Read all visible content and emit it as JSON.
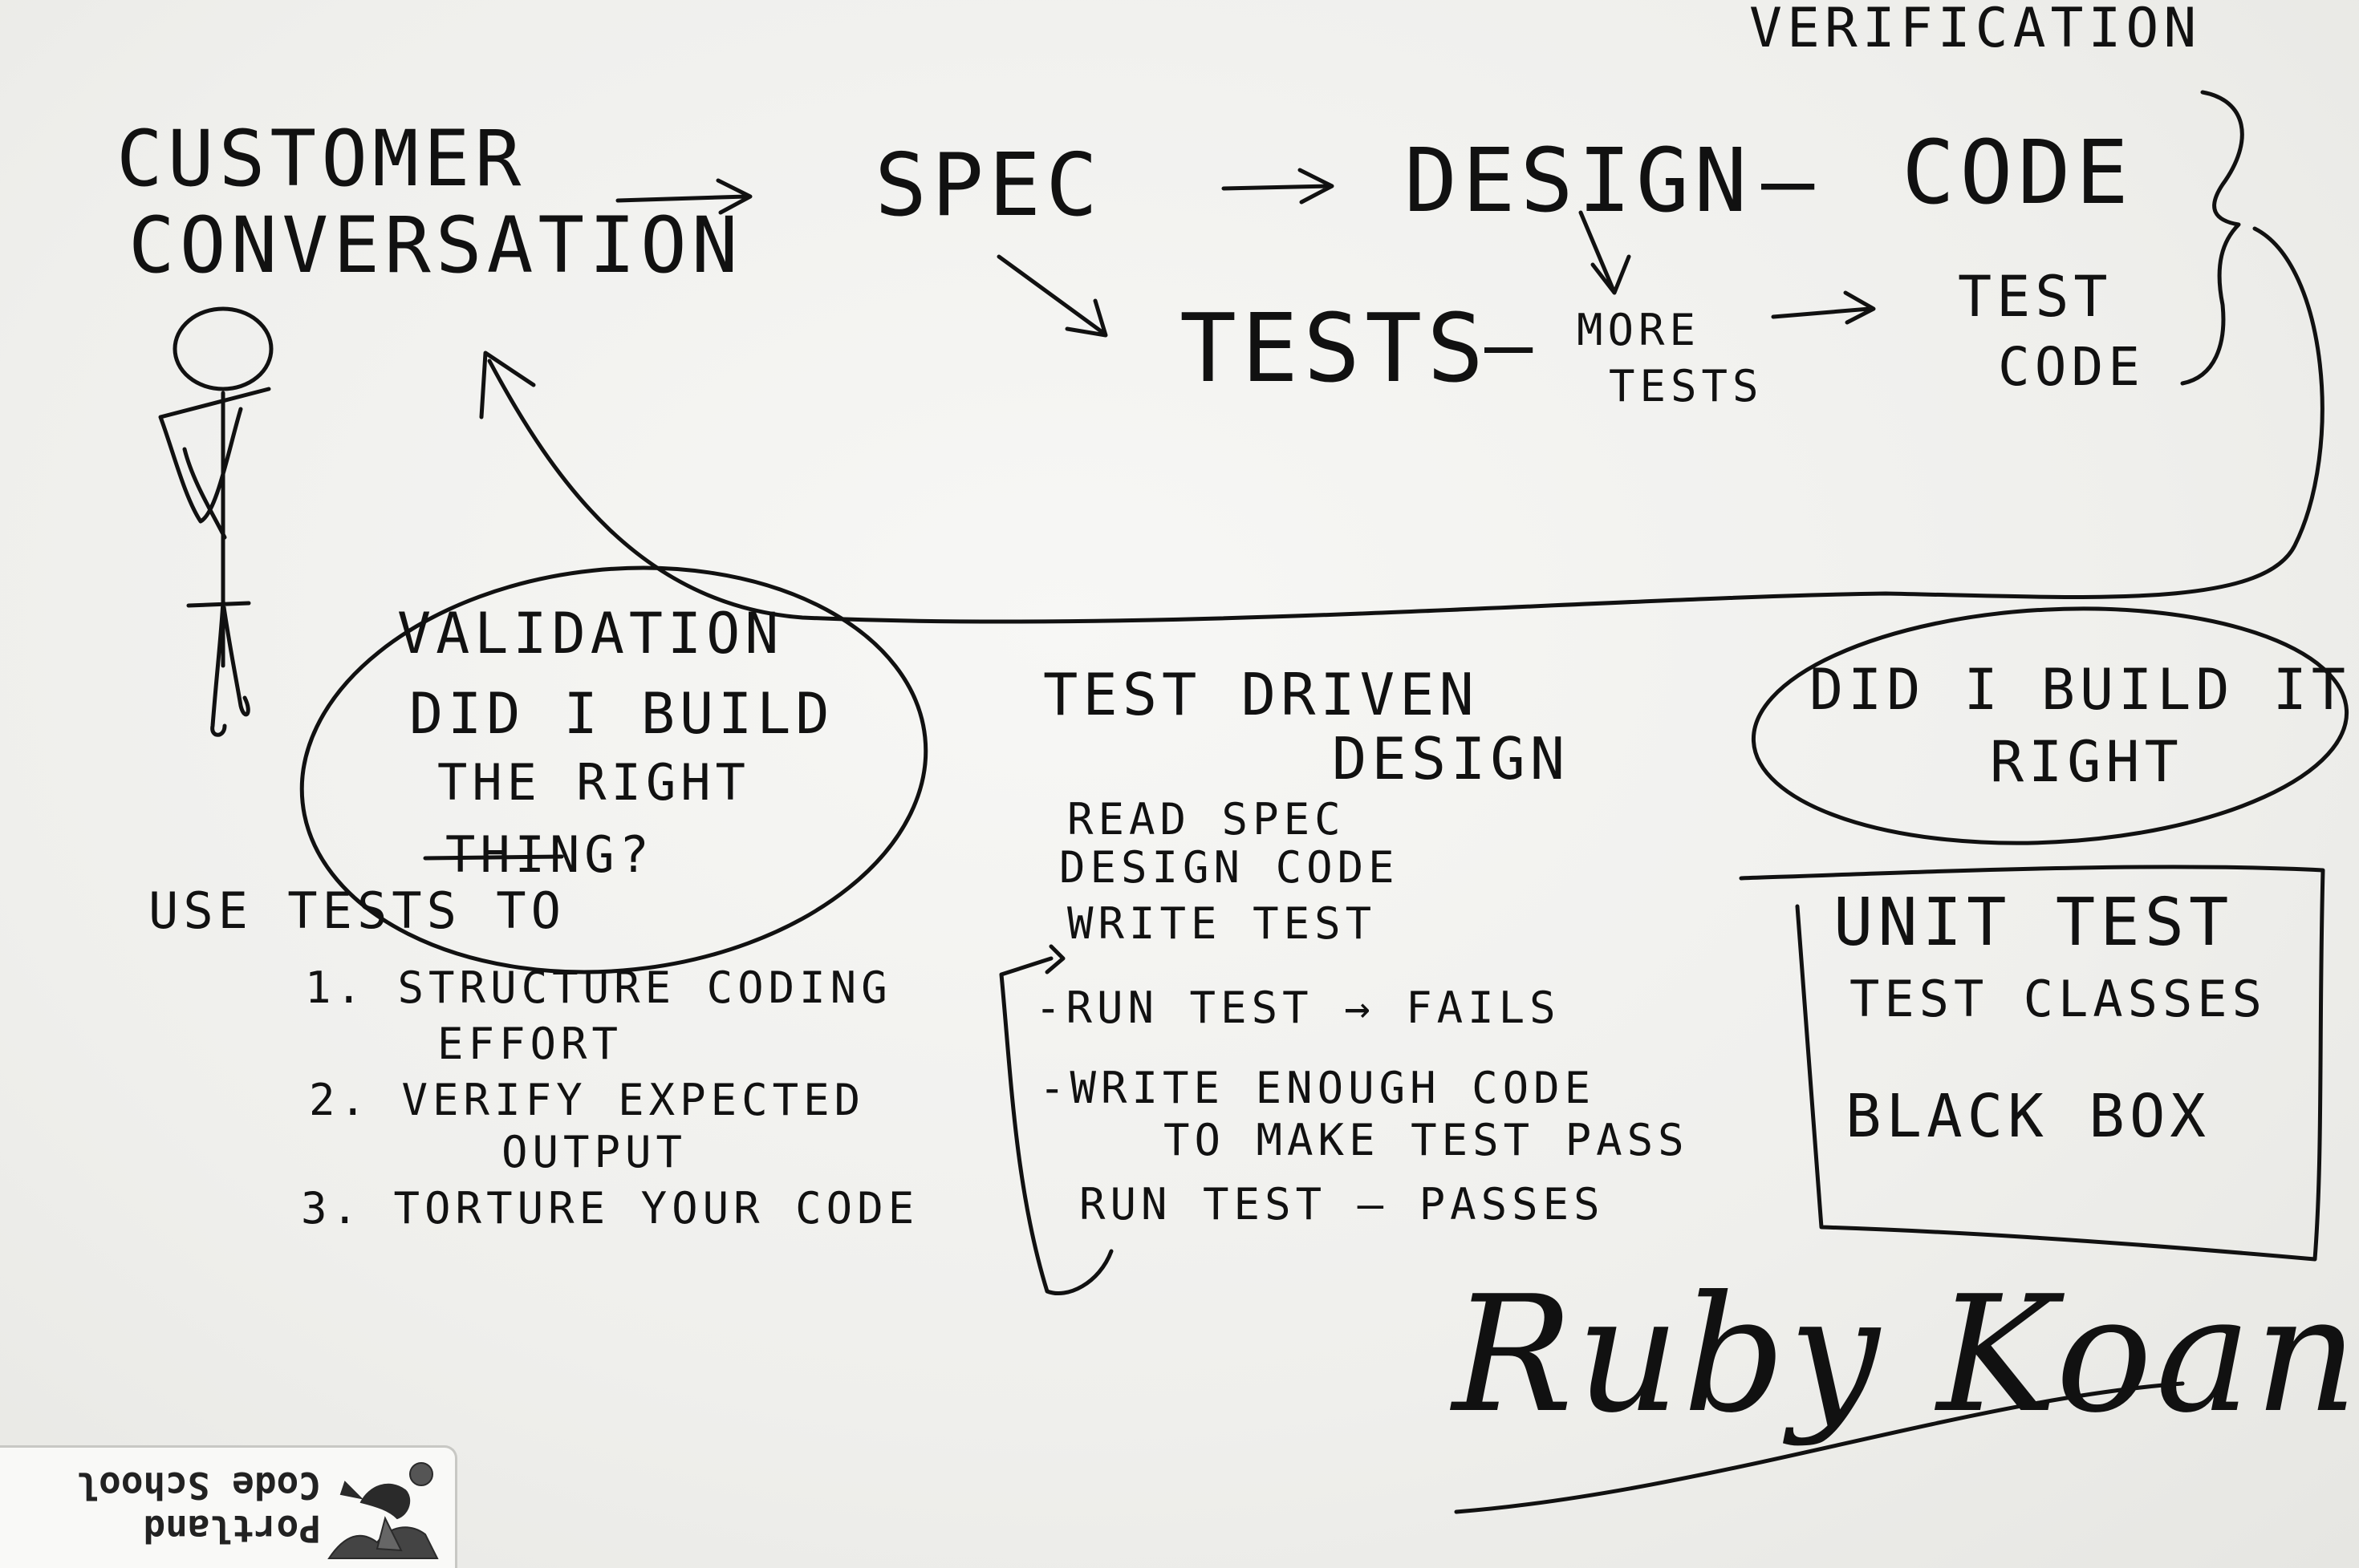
{
  "board": {
    "customer": [
      "CUSTOMER",
      "CONVERSATION"
    ],
    "flow": {
      "spec": "SPEC",
      "design": "DESIGN",
      "dash": "–",
      "code": "CODE",
      "verification": "VERIFICATION",
      "tests": "TESTS",
      "more_tests": [
        "MORE",
        "TESTS"
      ],
      "test_code": [
        "TEST",
        "CODE"
      ]
    },
    "validation": [
      "VALIDATION",
      "DID I BUILD",
      "THE RIGHT",
      "THING?"
    ],
    "use_tests": {
      "heading": "USE TESTS TO",
      "items": [
        "1. STRUCTURE CODING",
        "EFFORT",
        "2. VERIFY EXPECTED",
        "OUTPUT",
        "3. TORTURE YOUR CODE"
      ]
    },
    "tdd": {
      "title": [
        "TEST DRIVEN",
        "DESIGN"
      ],
      "steps": [
        "READ SPEC",
        "DESIGN CODE",
        "WRITE TEST",
        "-RUN TEST → FAILS",
        "-WRITE ENOUGH CODE",
        "TO MAKE TEST PASS",
        "RUN TEST – PASSES"
      ]
    },
    "did_i_build_it_right": [
      "DID I BUILD IT",
      "RIGHT"
    ],
    "unit_test": [
      "UNIT TEST",
      "TEST CLASSES",
      "BLACK BOX"
    ],
    "signature": "Ruby Koans"
  },
  "logo": {
    "lines": [
      "Portland",
      "Code School"
    ],
    "icon": "unicorn-icon"
  },
  "colors": {
    "ink": "#111111",
    "board": "#f2f2f0"
  }
}
